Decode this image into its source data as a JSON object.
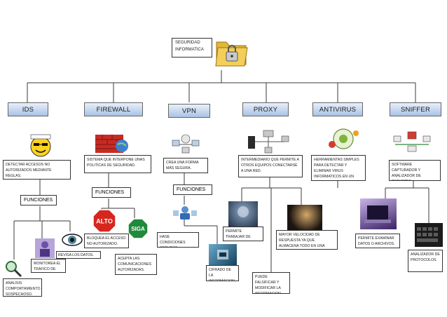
{
  "root": {
    "label": "SEGURIDAD INFORMATICA",
    "icon": "folder-lock-icon"
  },
  "categories": [
    {
      "key": "ids",
      "label": "IDS"
    },
    {
      "key": "firewall",
      "label": "FIREWALL"
    },
    {
      "key": "vpn",
      "label": "VPN"
    },
    {
      "key": "proxy",
      "label": "PROXY"
    },
    {
      "key": "antivirus",
      "label": "ANTIVIRUS"
    },
    {
      "key": "sniffer",
      "label": "SNIFFER"
    }
  ],
  "descriptions": {
    "ids": "DETECTAR ACCESOS NO AUTORIZADOS MEDIANTE REGLAS.",
    "firewall": "SISTEMA QUE INTERPONE UNAS POLITICAS DE SEGURIDAD.",
    "vpn": "CREA UNA FORMA MÁS SEGURA.",
    "proxy": "INTERMEDIARIO QUE PERMITE A OTROS EQUIPOS CONECTARSE A UNA RED.",
    "antivirus": "HERRAMIENTAS SIMPLES PARA DETECTAR Y ELIMINAR VIRUS INFORMATICOS EN UN ORDENADOR.",
    "sniffer": "SOFTWARE CAPTURADOR Y ANALIZADOR DE PAQUETES."
  },
  "funciones_label": "FUNCIONES",
  "functions": {
    "ids": [
      "ANALISIS COMPORTAMIENTO SOSPECHOSO.",
      "MONITOREA EL TRAFICO DE RED.",
      "REVISA LOS DATOS."
    ],
    "firewall": [
      "BLOQUEA EL ACCESO NO AUTORIZADO.",
      "ACEPTA LAS COMUNICACIONES AUTORIZADAS."
    ],
    "vpn": [
      "HASE CONDICIONES SEGURAS.",
      "CIFRADO DE LA INFORMACION."
    ],
    "proxy": [
      "PERMITE TRABAJAR DE FORMA ANONIMA.",
      "MAYOR VELOCIDAD DE RESPUESTA YA QUE ALMACENA TODO EN UNA CACHE.",
      "PUEDE FALSIFICAR Y MODIFICAR LA INFORMACION."
    ],
    "sniffer": [
      "PERMITE EXAMINAR DATOS O ARCHIVOS.",
      "ANALIZADOR DE PROTOCOLOS."
    ]
  },
  "signs": {
    "stop": "ALTO",
    "go": "SIGA"
  },
  "colors": {
    "header_top": "#e8f0fb",
    "header_bottom": "#a9c2e4",
    "line": "#3a3a3a",
    "stop_red": "#d7261e",
    "go_green": "#1f8a3b"
  }
}
